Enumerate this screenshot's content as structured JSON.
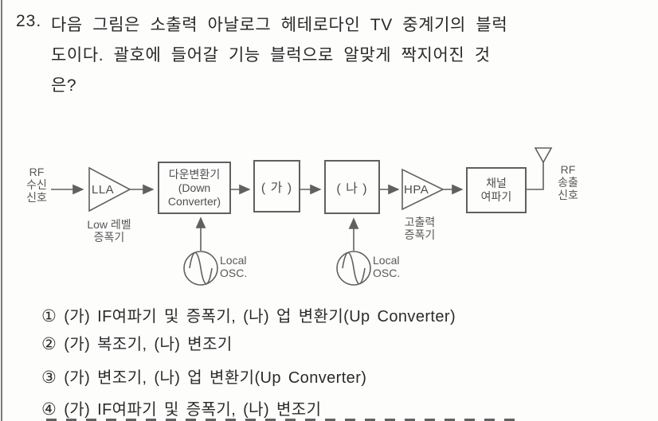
{
  "question": {
    "number": "23.",
    "line1": "다음 그림은 소출력 아날로그 헤테로다인 TV 중계기의 블럭",
    "line2": "도이다. 괄호에 들어갈 기능 블럭으로 알맞게 짝지어진 것",
    "line3": "은?"
  },
  "diagram": {
    "rf_in": {
      "l1": "RF",
      "l2": "수신",
      "l3": "신호"
    },
    "lla": {
      "label": "LLA",
      "caption1": "Low 레벨",
      "caption2": "증폭기"
    },
    "down_converter": {
      "l1": "다운변환기",
      "l2": "(Down",
      "l3": "Converter)"
    },
    "blank_a": "( 가 )",
    "blank_b": "( 나 )",
    "hpa": {
      "label": "HPA",
      "caption1": "고출력",
      "caption2": "증폭기"
    },
    "channel_filter": {
      "l1": "채널",
      "l2": "여파기"
    },
    "rf_out": {
      "l1": "RF",
      "l2": "송출",
      "l3": "신호"
    },
    "osc1": {
      "l1": "Local",
      "l2": "OSC."
    },
    "osc2": {
      "l1": "Local",
      "l2": "OSC."
    }
  },
  "choices": [
    {
      "num": "①",
      "text": "(가) IF여파기 및 증폭기, (나) 업 변환기(Up Converter)"
    },
    {
      "num": "②",
      "text": "(가) 복조기, (나) 변조기"
    },
    {
      "num": "③",
      "text": "(가) 변조기, (나) 업 변환기(Up Converter)"
    },
    {
      "num": "④",
      "text": "(가) IF여파기 및 증폭기, (나) 변조기"
    }
  ],
  "colors": {
    "text": "#2b2b2b",
    "diagram_stroke": "#606060",
    "background": "#fdfdfc",
    "page_border": "#7a7a7a"
  }
}
